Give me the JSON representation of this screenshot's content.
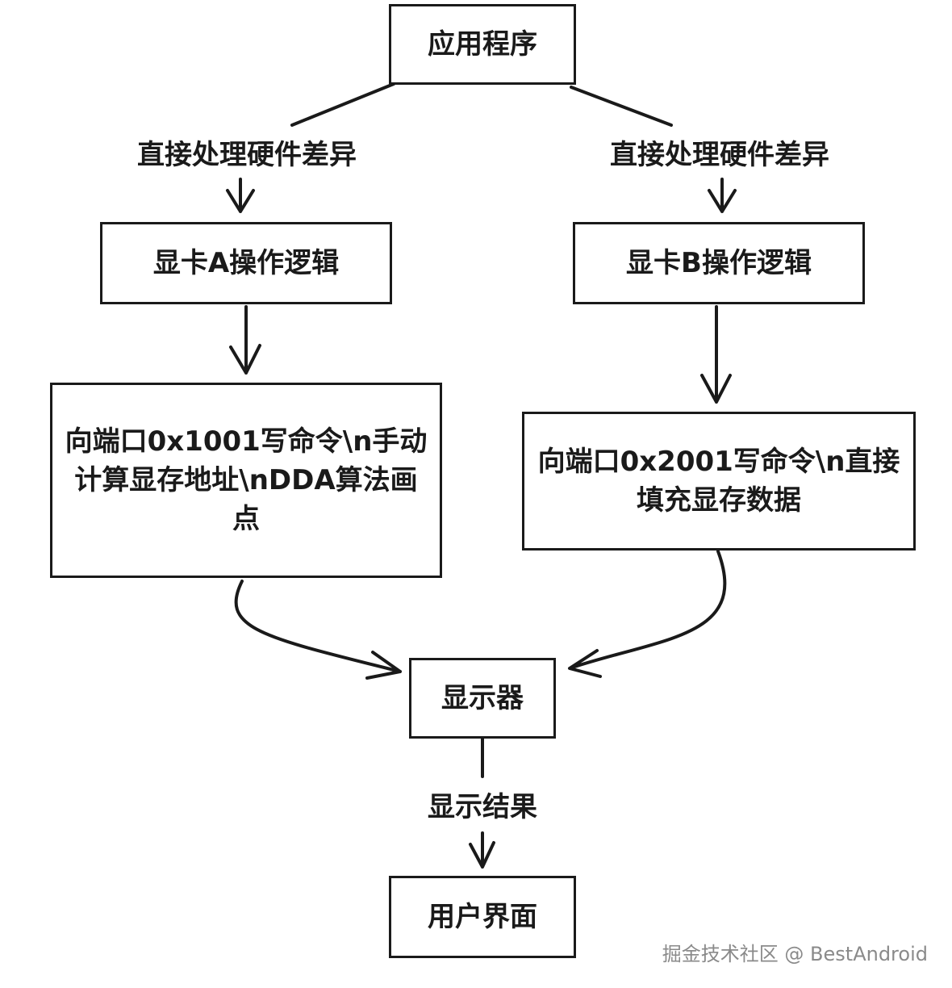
{
  "nodes": {
    "app": "应用程序",
    "card_a_logic": "显卡A操作逻辑",
    "card_b_logic": "显卡B操作逻辑",
    "card_a_steps": "向端口0x1001写命令\\n手动计算显存地址\\nDDA算法画点",
    "card_b_steps": "向端口0x2001写命令\\n直接填充显存数据",
    "monitor": "显示器",
    "user_interface": "用户界面"
  },
  "edges": {
    "left_label": "直接处理硬件差异",
    "right_label": "直接处理硬件差异",
    "display_label": "显示结果"
  },
  "watermark": "掘金技术社区 @ BestAndroid",
  "colors": {
    "stroke": "#1a1a1a",
    "background": "#ffffff",
    "watermark": "#8a8a8a"
  }
}
